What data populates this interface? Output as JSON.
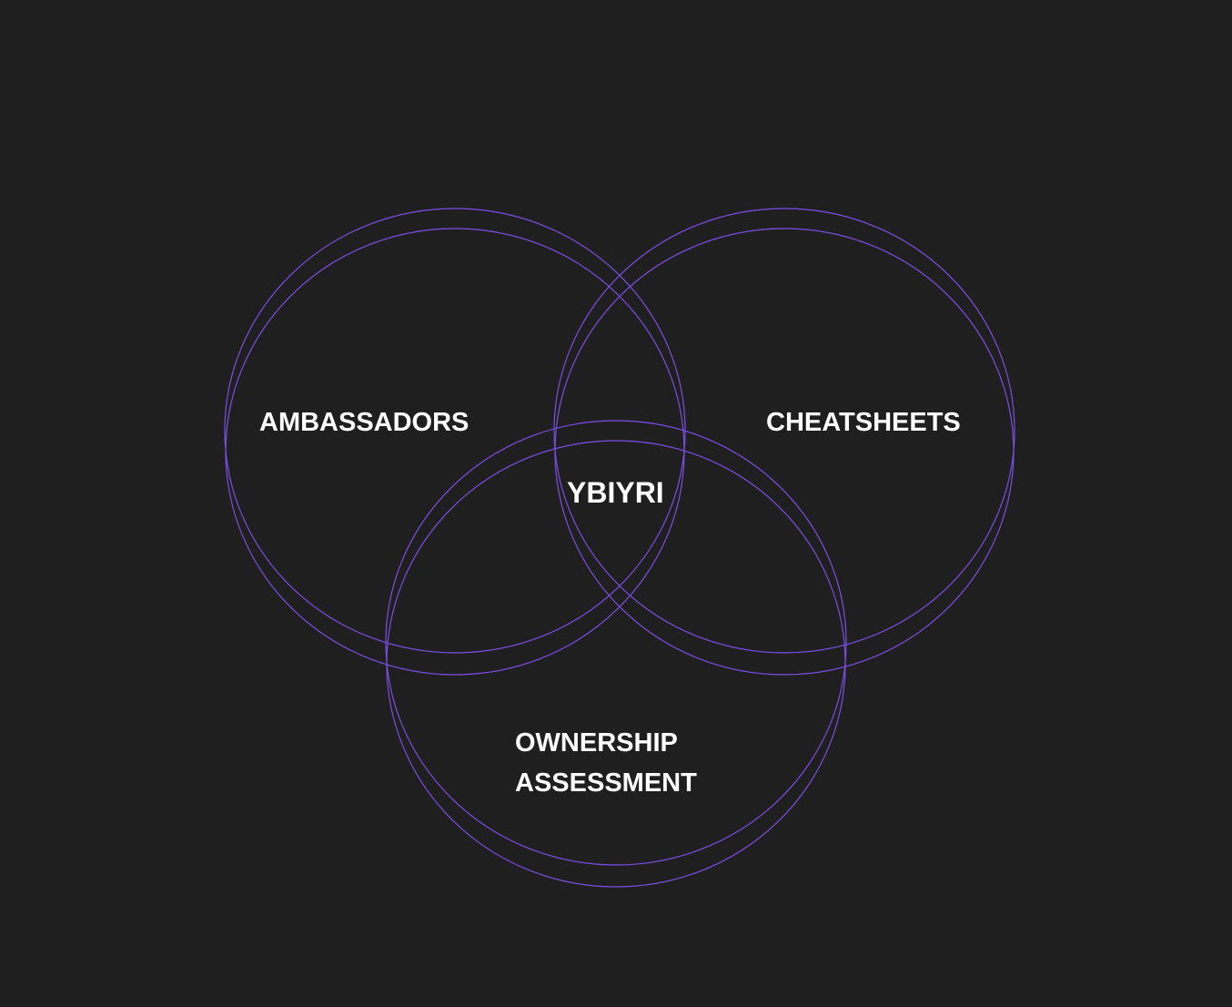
{
  "colors": {
    "background": "#1f1f1f",
    "circle_stroke": "#7b4ee6",
    "label_text": "#ffffff"
  },
  "sets": {
    "left": {
      "label": "AMBASSADORS"
    },
    "right": {
      "label": "CHEATSHEETS"
    },
    "bottom": {
      "label_line1": "OWNERSHIP",
      "label_line2": "ASSESSMENT"
    }
  },
  "center": {
    "label": "YBIYRI"
  }
}
